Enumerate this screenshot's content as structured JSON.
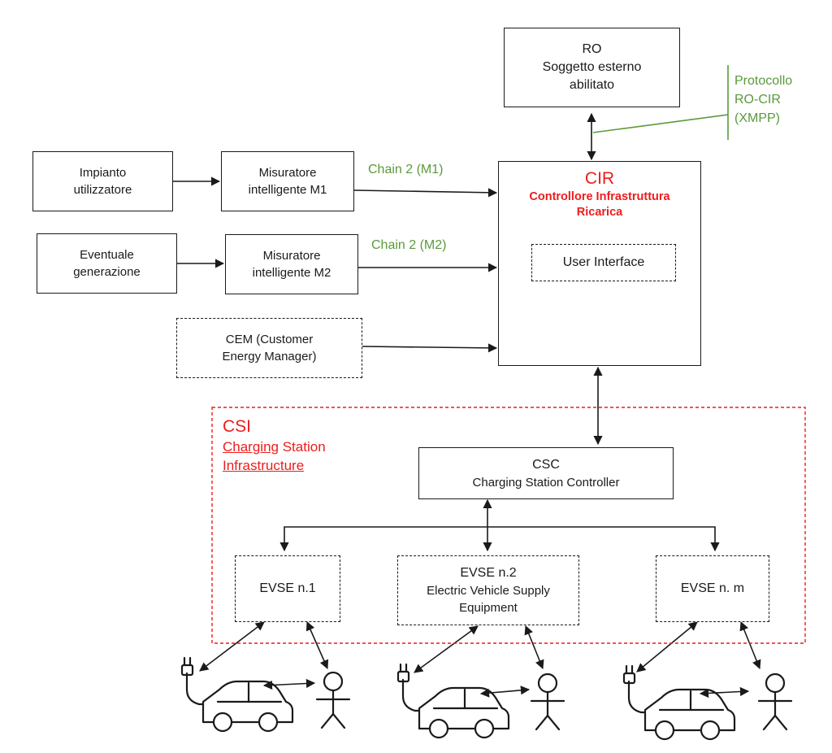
{
  "ro": {
    "title": "RO",
    "line1": "Soggetto esterno",
    "line2": "abilitato"
  },
  "protocol": {
    "line1": "Protocollo",
    "line2": "RO-CIR",
    "line3": "(XMPP)"
  },
  "impianto": {
    "line1": "Impianto",
    "line2": "utilizzatore"
  },
  "generazione": {
    "line1": "Eventuale",
    "line2": "generazione"
  },
  "m1": {
    "line1": "Misuratore",
    "line2": "intelligente M1",
    "chain": "Chain 2 (M1)"
  },
  "m2": {
    "line1": "Misuratore",
    "line2": "intelligente M2",
    "chain": "Chain 2 (M2)"
  },
  "cem": {
    "line1": "CEM (Customer",
    "line2": "Energy Manager)"
  },
  "cir": {
    "title": "CIR",
    "subtitle1": "Controllore Infrastruttura",
    "subtitle2": "Ricarica",
    "ui": "User Interface"
  },
  "csi": {
    "title": "CSI",
    "line1_u": "Charging",
    "line1_rest": " Station",
    "line2": "Infrastructure"
  },
  "csc": {
    "title": "CSC",
    "subtitle": "Charging Station Controller"
  },
  "evse1": {
    "label": "EVSE n.1"
  },
  "evse2": {
    "title": "EVSE n.2",
    "line1": "Electric Vehicle Supply",
    "line2": "Equipment"
  },
  "evsem": {
    "label": "EVSE n. m"
  },
  "colors": {
    "green": "#5a9a3a",
    "red": "#ee1c1c",
    "stroke": "#1a1a1a"
  }
}
